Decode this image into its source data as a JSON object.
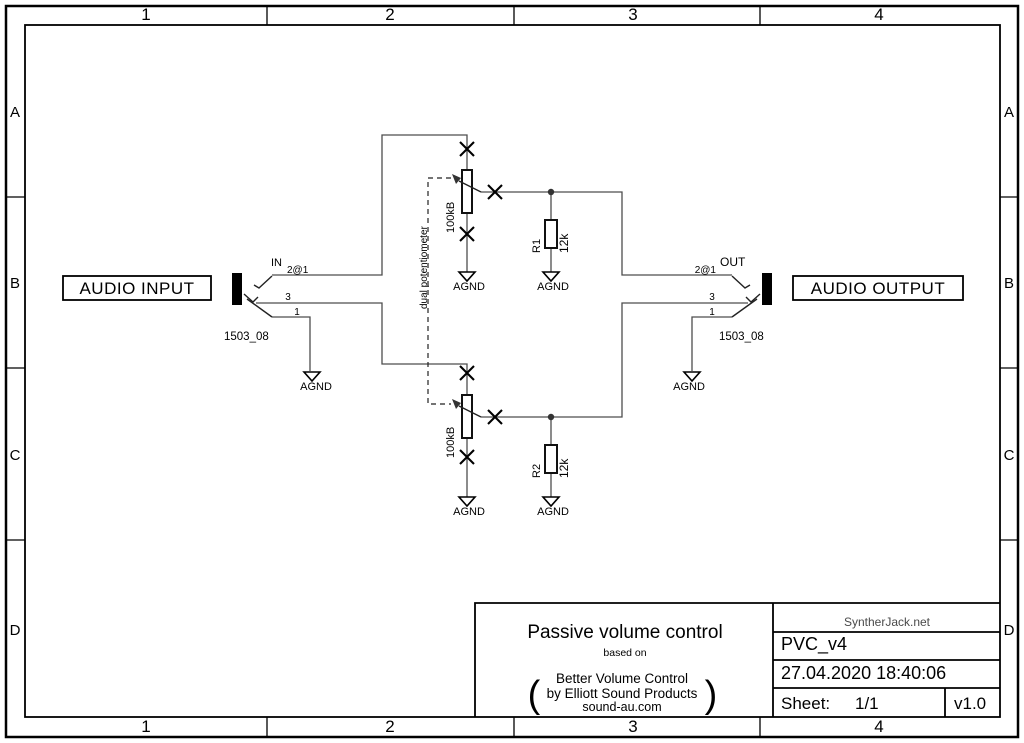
{
  "frame": {
    "columns": [
      "1",
      "2",
      "3",
      "4"
    ],
    "rows": [
      "A",
      "B",
      "C",
      "D"
    ]
  },
  "io": {
    "input_label": "AUDIO INPUT",
    "output_label": "AUDIO OUTPUT"
  },
  "input_jack": {
    "part": "1503_08",
    "signal": "IN",
    "tip_pin": "2@1",
    "ring_pin": "3",
    "sleeve_pin": "1"
  },
  "output_jack": {
    "part": "1503_08",
    "signal": "OUT",
    "tip_pin": "2@1",
    "ring_pin": "3",
    "sleeve_pin": "1"
  },
  "potentiometer": {
    "value": "100kB",
    "note": "dual potentiometer"
  },
  "resistors": {
    "r1": {
      "ref": "R1",
      "value": "12k"
    },
    "r2": {
      "ref": "R2",
      "value": "12k"
    }
  },
  "ground": {
    "label": "AGND"
  },
  "title_block": {
    "title": "Passive volume control",
    "based_on": "based on",
    "source": {
      "paren_open": "(",
      "line1": "Better Volume Control",
      "line2": "by Elliott Sound Products",
      "line3": "sound-au.com",
      "paren_close": ")"
    },
    "site": "SyntherJack.net",
    "document": "PVC_v4",
    "datetime": "27.04.2020 18:40:06",
    "sheet_label": "Sheet:",
    "sheet_number": "1/1",
    "revision": "v1.0"
  },
  "colors": {
    "paper": "#ffffff",
    "ink": "#000000",
    "wire": "#4d4d4d",
    "muted_text": "#4a4a4a"
  }
}
